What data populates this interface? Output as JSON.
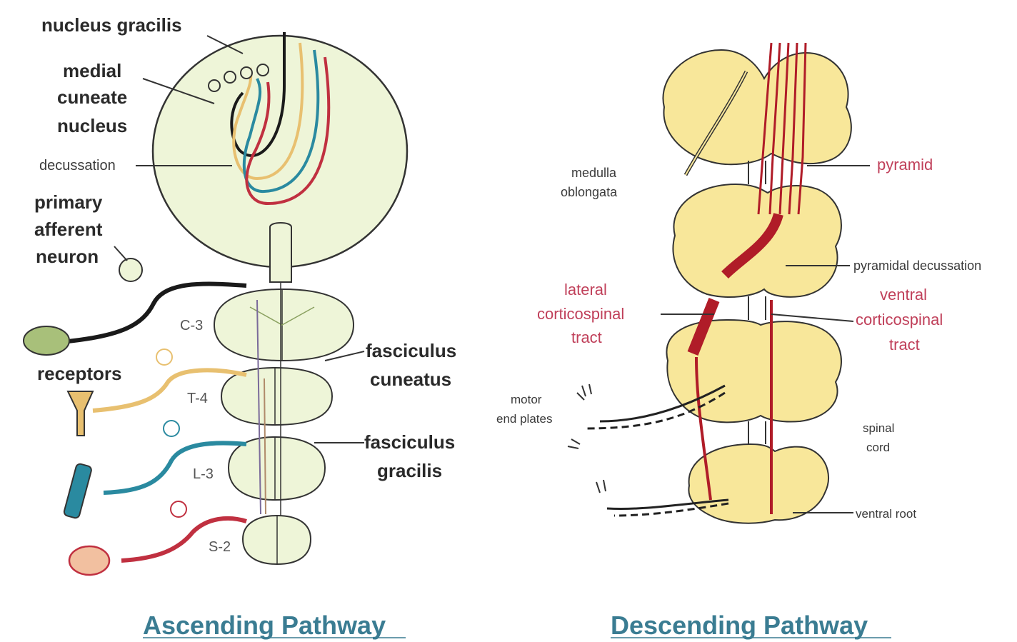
{
  "ascending": {
    "title": "Ascending Pathway",
    "labels": {
      "nucleus_gracilis": "nucleus gracilis",
      "medial": "medial",
      "cuneate": "cuneate",
      "nucleus": "nucleus",
      "decussation": "decussation",
      "primary": "primary",
      "afferent": "afferent",
      "neuron": "neuron",
      "receptors": "receptors",
      "fasciculus_cuneatus_1": "fasciculus",
      "fasciculus_cuneatus_2": "cuneatus",
      "fasciculus_gracilis_1": "fasciculus",
      "fasciculus_gracilis_2": "gracilis"
    },
    "segments": [
      "C-3",
      "T-4",
      "L-3",
      "S-2"
    ],
    "fiber_colors": [
      "#1a1a1a",
      "#e8c070",
      "#2a8aa0",
      "#c03040"
    ]
  },
  "descending": {
    "title": "Descending Pathway",
    "labels": {
      "medulla_1": "medulla",
      "medulla_2": "oblongata",
      "pyramid": "pyramid",
      "pyramidal_decussation": "pyramidal decussation",
      "lateral_1": "lateral",
      "lateral_2": "corticospinal",
      "lateral_3": "tract",
      "ventral_1": "ventral",
      "ventral_2": "corticospinal",
      "ventral_3": "tract",
      "motor_1": "motor",
      "motor_2": "end plates",
      "spinal_1": "spinal",
      "spinal_2": "cord",
      "ventral_root": "ventral root"
    },
    "tract_color": "#b01c28",
    "tissue_color": "#f8e79a"
  },
  "colors": {
    "ascending_tissue": "#eef5d8",
    "caption": "#3a7c92",
    "red_label": "#c0405a"
  }
}
